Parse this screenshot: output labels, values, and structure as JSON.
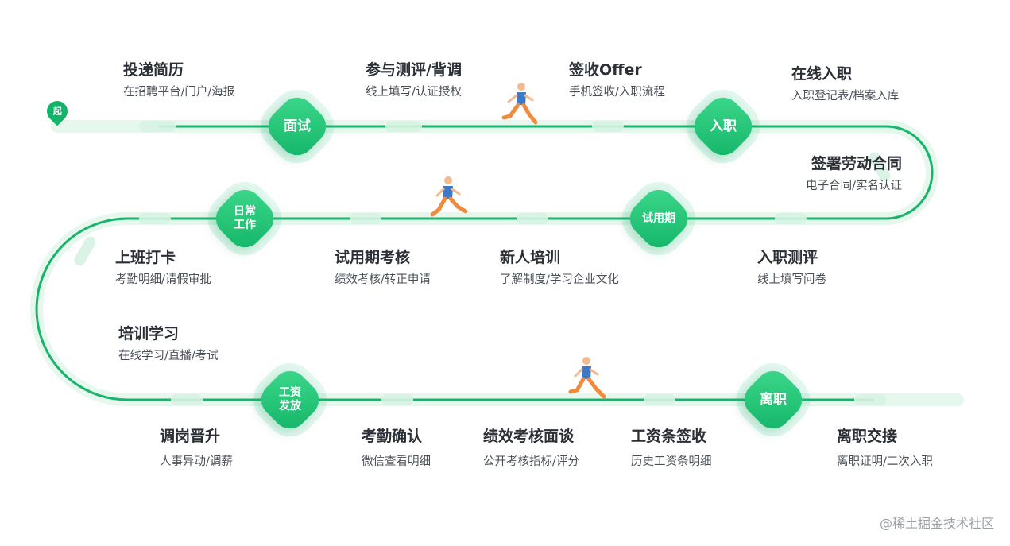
{
  "start_marker": "起",
  "milestones": [
    {
      "text": "面试"
    },
    {
      "text": "入职"
    },
    {
      "text": "日常\n工作"
    },
    {
      "text": "试用期"
    },
    {
      "text": "工资\n发放"
    },
    {
      "text": "离职"
    }
  ],
  "steps": [
    {
      "title": "投递简历",
      "sub": "在招聘平台/门户/海报"
    },
    {
      "title": "参与测评/背调",
      "sub": "线上填写/认证授权"
    },
    {
      "title": "签收Offer",
      "sub": "手机签收/入职流程"
    },
    {
      "title": "在线入职",
      "sub": "入职登记表/档案入库"
    },
    {
      "title": "签署劳动合同",
      "sub": "电子合同/实名认证"
    },
    {
      "title": "上班打卡",
      "sub": "考勤明细/请假审批"
    },
    {
      "title": "试用期考核",
      "sub": "绩效考核/转正申请"
    },
    {
      "title": "新人培训",
      "sub": "了解制度/学习企业文化"
    },
    {
      "title": "入职测评",
      "sub": "线上填写问卷"
    },
    {
      "title": "培训学习",
      "sub": "在线学习/直播/考试"
    },
    {
      "title": "调岗晋升",
      "sub": "人事异动/调薪"
    },
    {
      "title": "考勤确认",
      "sub": "微信查看明细"
    },
    {
      "title": "绩效考核面谈",
      "sub": "公开考核指标/评分"
    },
    {
      "title": "工资条签收",
      "sub": "历史工资条明细"
    },
    {
      "title": "离职交接",
      "sub": "离职证明/二次入职"
    }
  ],
  "watermark": "@稀土掘金技术社区",
  "colors": {
    "accent": "#12b468",
    "accent_light": "#3fd98c",
    "title": "#2b2f36",
    "subtitle": "#4a4f57"
  }
}
